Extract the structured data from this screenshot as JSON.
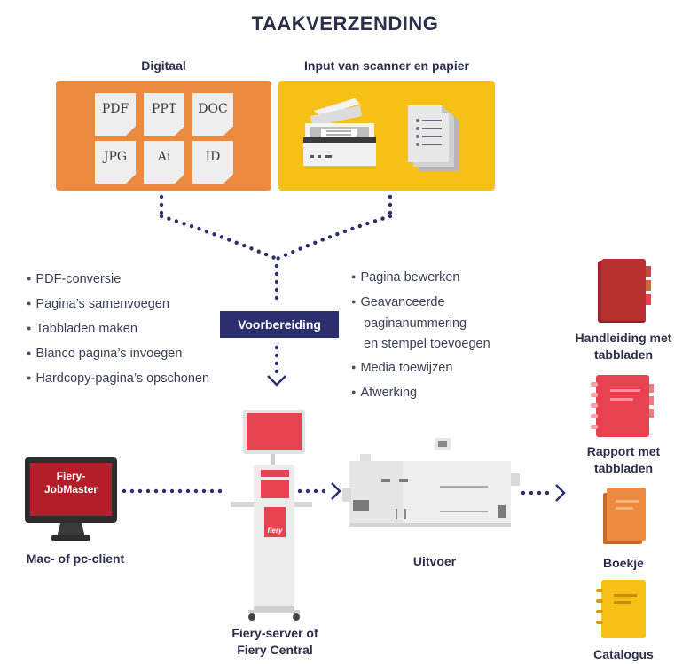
{
  "title": "TAAKVERZENDING",
  "digital": {
    "label": "Digitaal",
    "files": [
      "PDF",
      "PPT",
      "DOC",
      "JPG",
      "Ai",
      "ID"
    ]
  },
  "scanner": {
    "label": "Input van scanner en papier"
  },
  "prep": {
    "label": "Voorbereiding",
    "left_items": [
      "PDF-conversie",
      "Pagina’s samenvoegen",
      "Tabbladen maken",
      "Blanco pagina’s invoegen",
      "Hardcopy-pagina’s opschonen"
    ],
    "right_items": [
      "Pagina bewerken",
      "Geavanceerde",
      "paginanummering",
      "en stempel toevoegen",
      "Media toewijzen",
      "Afwerking"
    ]
  },
  "client": {
    "screen_line1": "Fiery-",
    "screen_line2": "JobMaster",
    "label": "Mac- of pc-client"
  },
  "server": {
    "logo": "fiery",
    "label_line1": "Fiery-server of",
    "label_line2": "Fiery Central"
  },
  "output": {
    "label": "Uitvoer"
  },
  "products": [
    {
      "line1": "Handleiding met",
      "line2": "tabbladen"
    },
    {
      "line1": "Rapport met",
      "line2": "tabbladen"
    },
    {
      "line1": "Boekje",
      "line2": ""
    },
    {
      "line1": "Catalogus",
      "line2": ""
    }
  ],
  "colors": {
    "navy": "#2b2f6e",
    "orange": "#ec8a3f",
    "yellow": "#f7c017",
    "red": "#e8414f",
    "darkred": "#b7302f",
    "gray": "#e6e6e6"
  }
}
